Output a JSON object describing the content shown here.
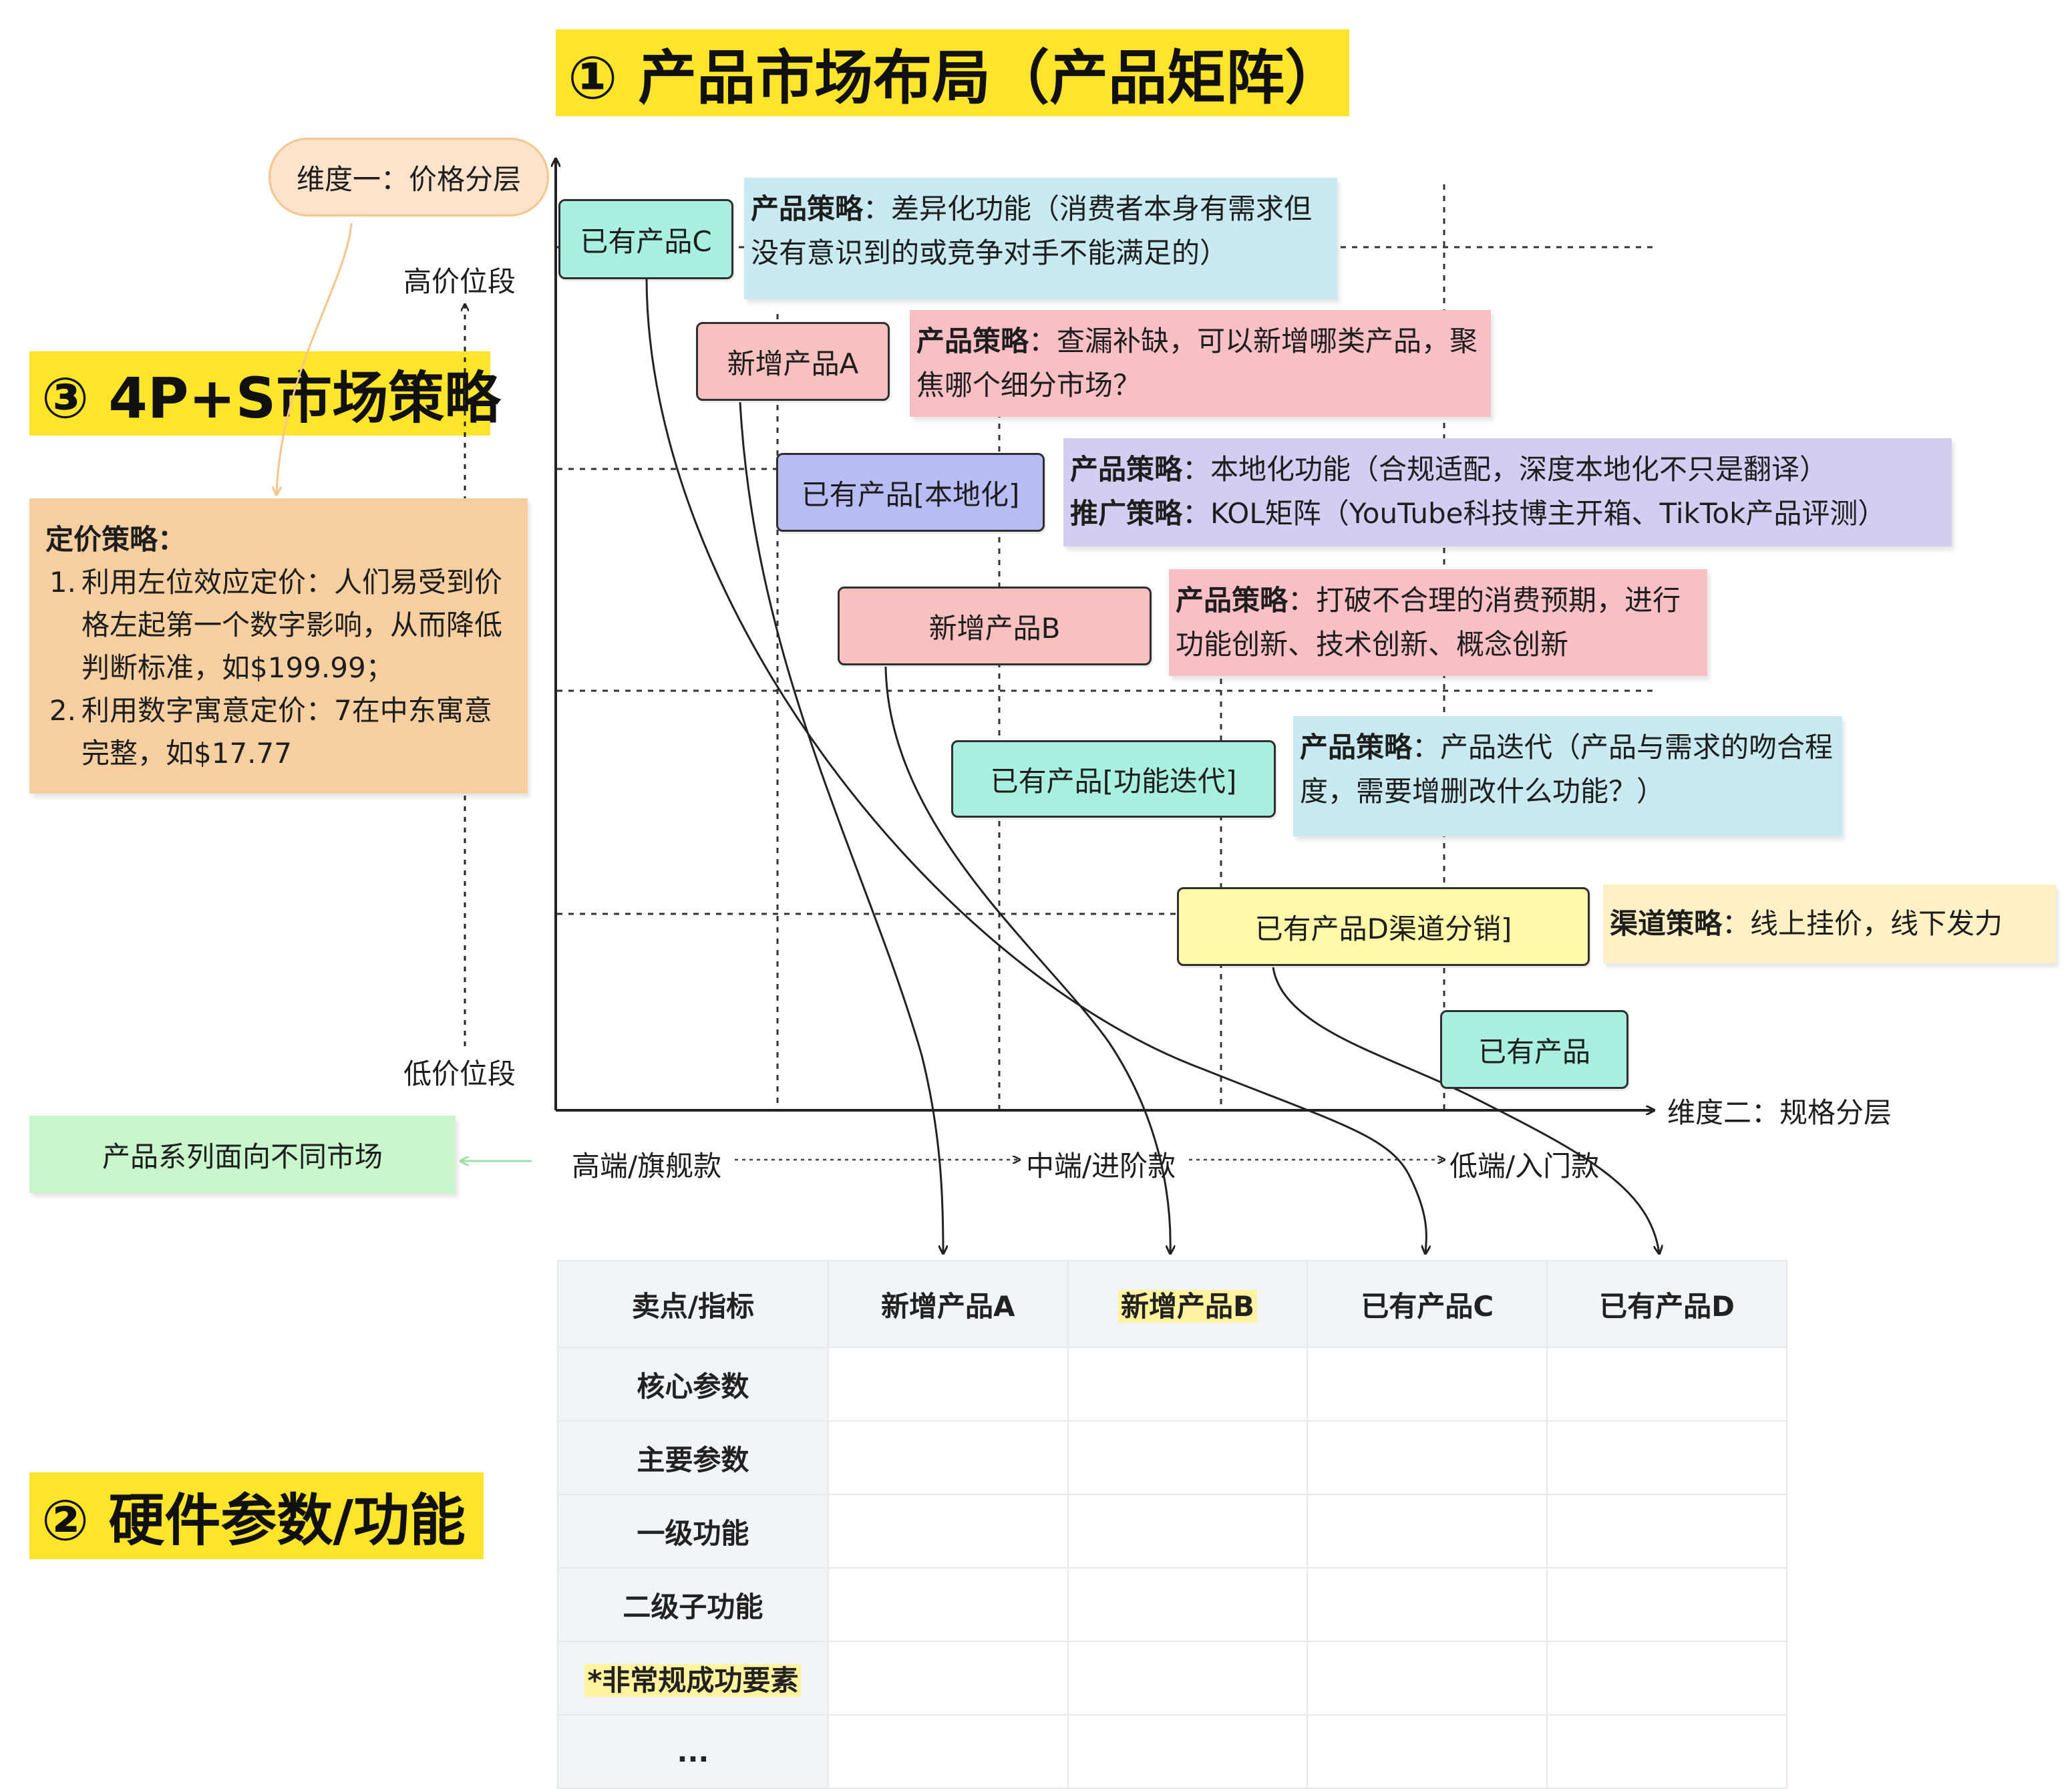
{
  "headings": {
    "layout": "① 产品市场布局（产品矩阵）",
    "marketing": "③ 4P+S市场策略",
    "hardware": "② 硬件参数/功能"
  },
  "axes": {
    "y_dimension": "维度一：价格分层",
    "y_high": "高价位段",
    "y_low": "低价位段",
    "x_dimension": "维度二：规格分层"
  },
  "pricing": {
    "title": "定价策略：",
    "items": [
      "利用左位效应定价：人们易受到价格左起第一个数字影响，从而降低判断标准，如$199.99；",
      "利用数字寓意定价：7在中东寓意完整，如$17.77"
    ]
  },
  "series_bar": {
    "source": "产品系列面向不同市场",
    "high": "高端/旗舰款",
    "mid": "中端/进阶款",
    "low": "低端/入门款"
  },
  "products": {
    "c": "已有产品C",
    "a": "新增产品A",
    "local": "已有产品[本地化]",
    "b": "新增产品B",
    "iter": "已有产品[功能迭代]",
    "d": "已有产品D渠道分销]",
    "base": "已有产品"
  },
  "notes": {
    "n1": {
      "key": "产品策略",
      "text": "：差异化功能（消费者本身有需求但没有意识到的或竞争对手不能满足的）"
    },
    "n2": {
      "key": "产品策略",
      "text": "：查漏补缺，可以新增哪类产品，聚焦哪个细分市场？"
    },
    "n3": {
      "key1": "产品策略",
      "text1": "：本地化功能（合规适配，深度本地化不只是翻译）",
      "key2": "推广策略",
      "text2": "：KOL矩阵（YouTube科技博主开箱、TikTok产品评测）"
    },
    "n4": {
      "key": "产品策略",
      "text": "：打破不合理的消费预期，进行功能创新、技术创新、概念创新"
    },
    "n5": {
      "key": "产品策略",
      "text": "：产品迭代（产品与需求的吻合程度，需要增删改什么功能？）"
    },
    "n6": {
      "key": "渠道策略",
      "text": "：线上挂价，线下发力"
    }
  },
  "table": {
    "header": [
      "卖点/指标",
      "新增产品A",
      "新增产品B",
      "已有产品C",
      "已有产品D"
    ],
    "rows": [
      "核心参数",
      "主要参数",
      "一级功能",
      "二级子功能",
      "*非常规成功要素",
      "..."
    ]
  },
  "colors": {
    "highlight": "#ffe529",
    "teal": "#a8efe0",
    "pink": "#f8c0bf",
    "purple": "#b8bcf5",
    "yellow": "#fff8a8",
    "green_bar": "#b8eeb0"
  }
}
